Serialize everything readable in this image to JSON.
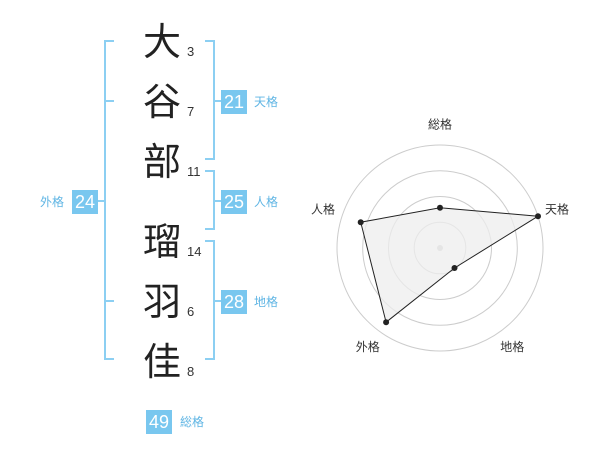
{
  "name": {
    "characters": [
      {
        "char": "大",
        "strokes": "3"
      },
      {
        "char": "谷",
        "strokes": "7"
      },
      {
        "char": "部",
        "strokes": "11"
      },
      {
        "char": "瑠",
        "strokes": "14"
      },
      {
        "char": "羽",
        "strokes": "6"
      },
      {
        "char": "佳",
        "strokes": "8"
      }
    ]
  },
  "grids": {
    "tenkaku": {
      "value": "21",
      "label": "天格"
    },
    "jinkaku": {
      "value": "25",
      "label": "人格"
    },
    "chikaku": {
      "value": "28",
      "label": "地格"
    },
    "gaikaku": {
      "value": "24",
      "label": "外格"
    },
    "soukaku": {
      "value": "49",
      "label": "総格"
    }
  },
  "chart_data": {
    "type": "radar",
    "axes": [
      "総格",
      "天格",
      "地格",
      "外格",
      "人格"
    ],
    "values": [
      0.39,
      1.0,
      0.24,
      0.89,
      0.81
    ],
    "rings": 4,
    "colors": {
      "fill": "#eeeeee",
      "stroke": "#222222",
      "grid": "#cccccc",
      "accent": "#79c7ef"
    }
  }
}
